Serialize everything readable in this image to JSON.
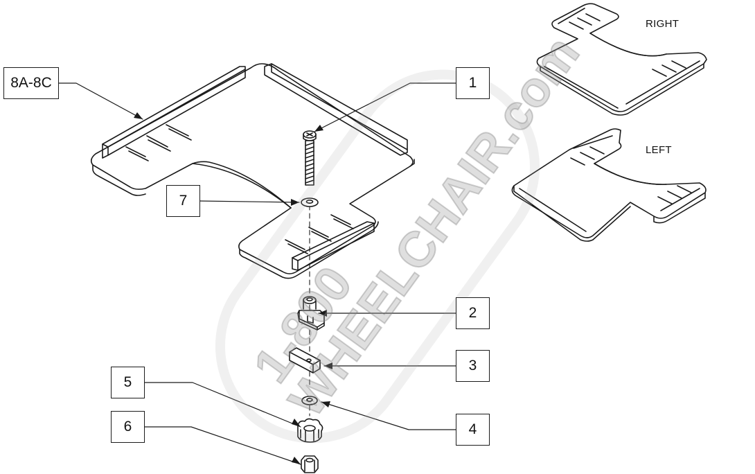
{
  "callouts": {
    "assembly": "8A-8C",
    "c1": "1",
    "c2": "2",
    "c3": "3",
    "c4": "4",
    "c5": "5",
    "c6": "6",
    "c7": "7"
  },
  "views": {
    "right": "RIGHT",
    "left": "LEFT"
  },
  "watermark": {
    "line1": "1-800",
    "line2": "WHEELCHAIR.com"
  },
  "colors": {
    "line": "#1a1a1a",
    "watermark": "#9a9a9a",
    "background": "#ffffff"
  }
}
